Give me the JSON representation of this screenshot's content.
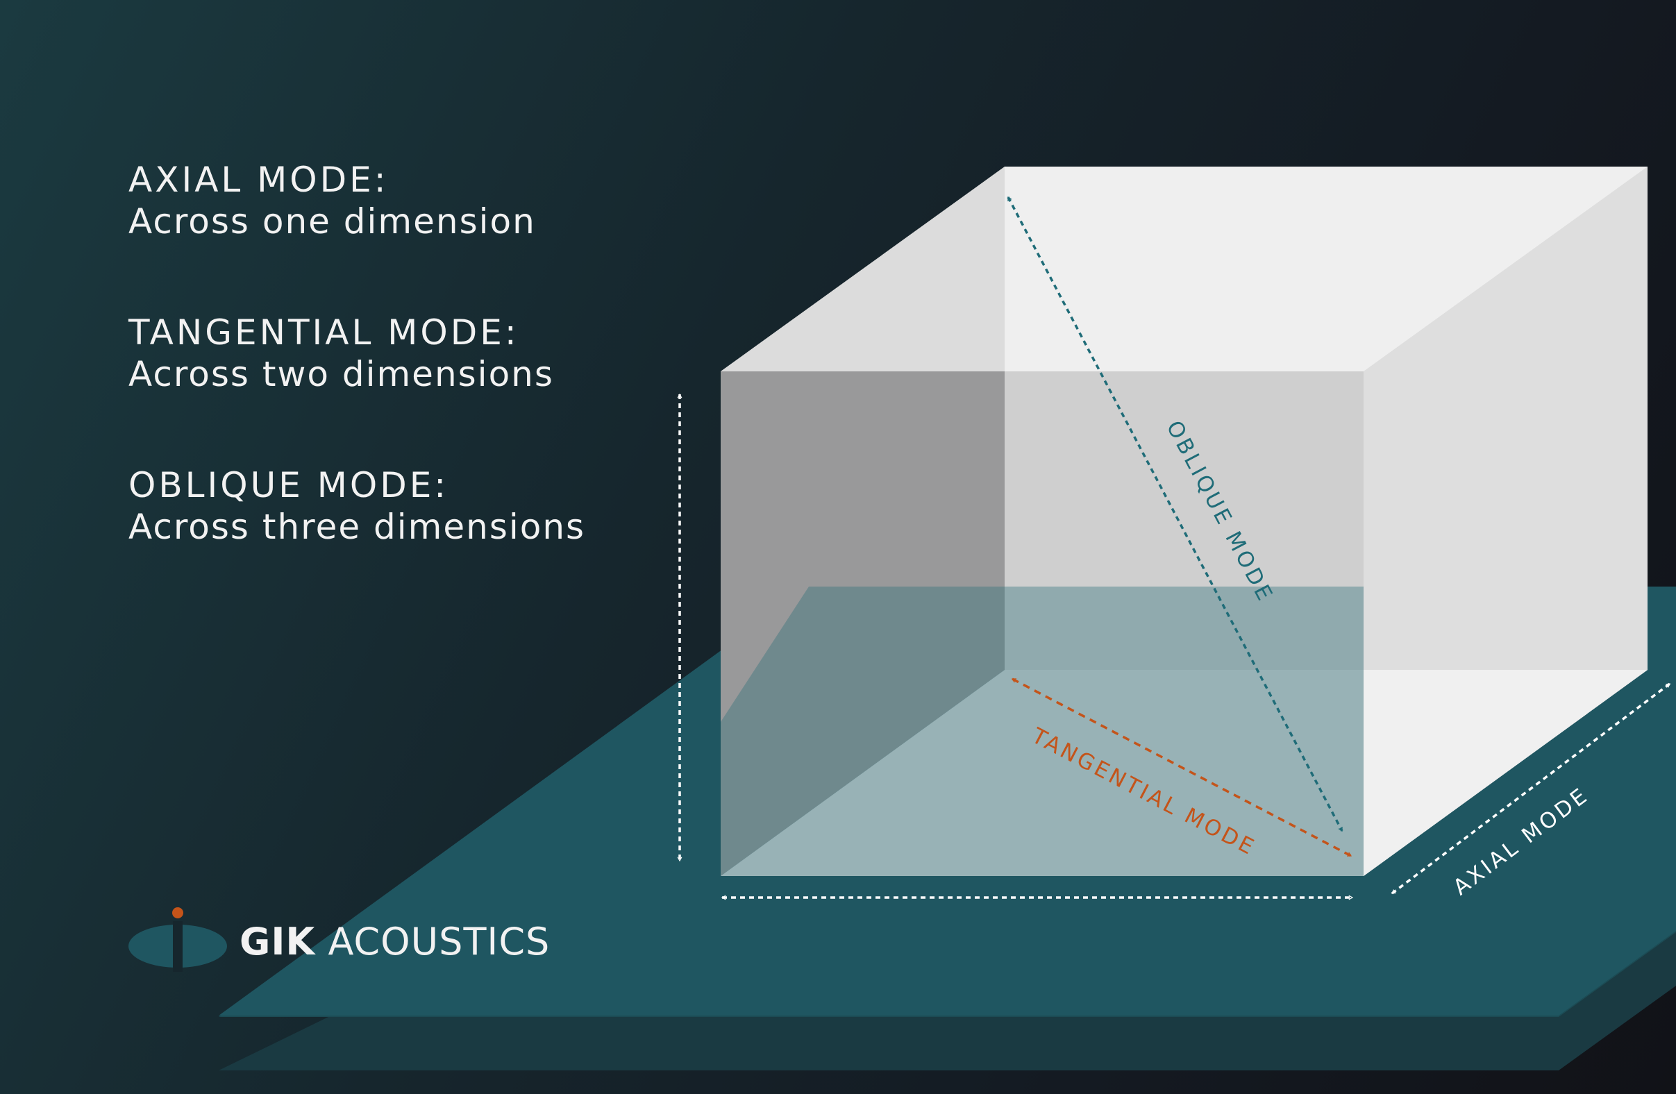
{
  "legend": [
    {
      "heading": "AXIAL MODE:",
      "description": "Across one dimension"
    },
    {
      "heading": "TANGENTIAL MODE:",
      "description": "Across two dimensions"
    },
    {
      "heading": "OBLIQUE MODE:",
      "description": "Across three dimensions"
    }
  ],
  "labels": {
    "oblique": "OBLIQUE MODE",
    "tangential": "TANGENTIAL MODE",
    "axial": "AXIAL MODE"
  },
  "brand": {
    "name_bold": "GIK",
    "name_light": "ACOUSTICS"
  },
  "colors": {
    "oblique": "#1f6c78",
    "tangential": "#c4541a",
    "axial": "#ffffff",
    "floor": "#1d5560",
    "logo_dot": "#c4541a"
  }
}
